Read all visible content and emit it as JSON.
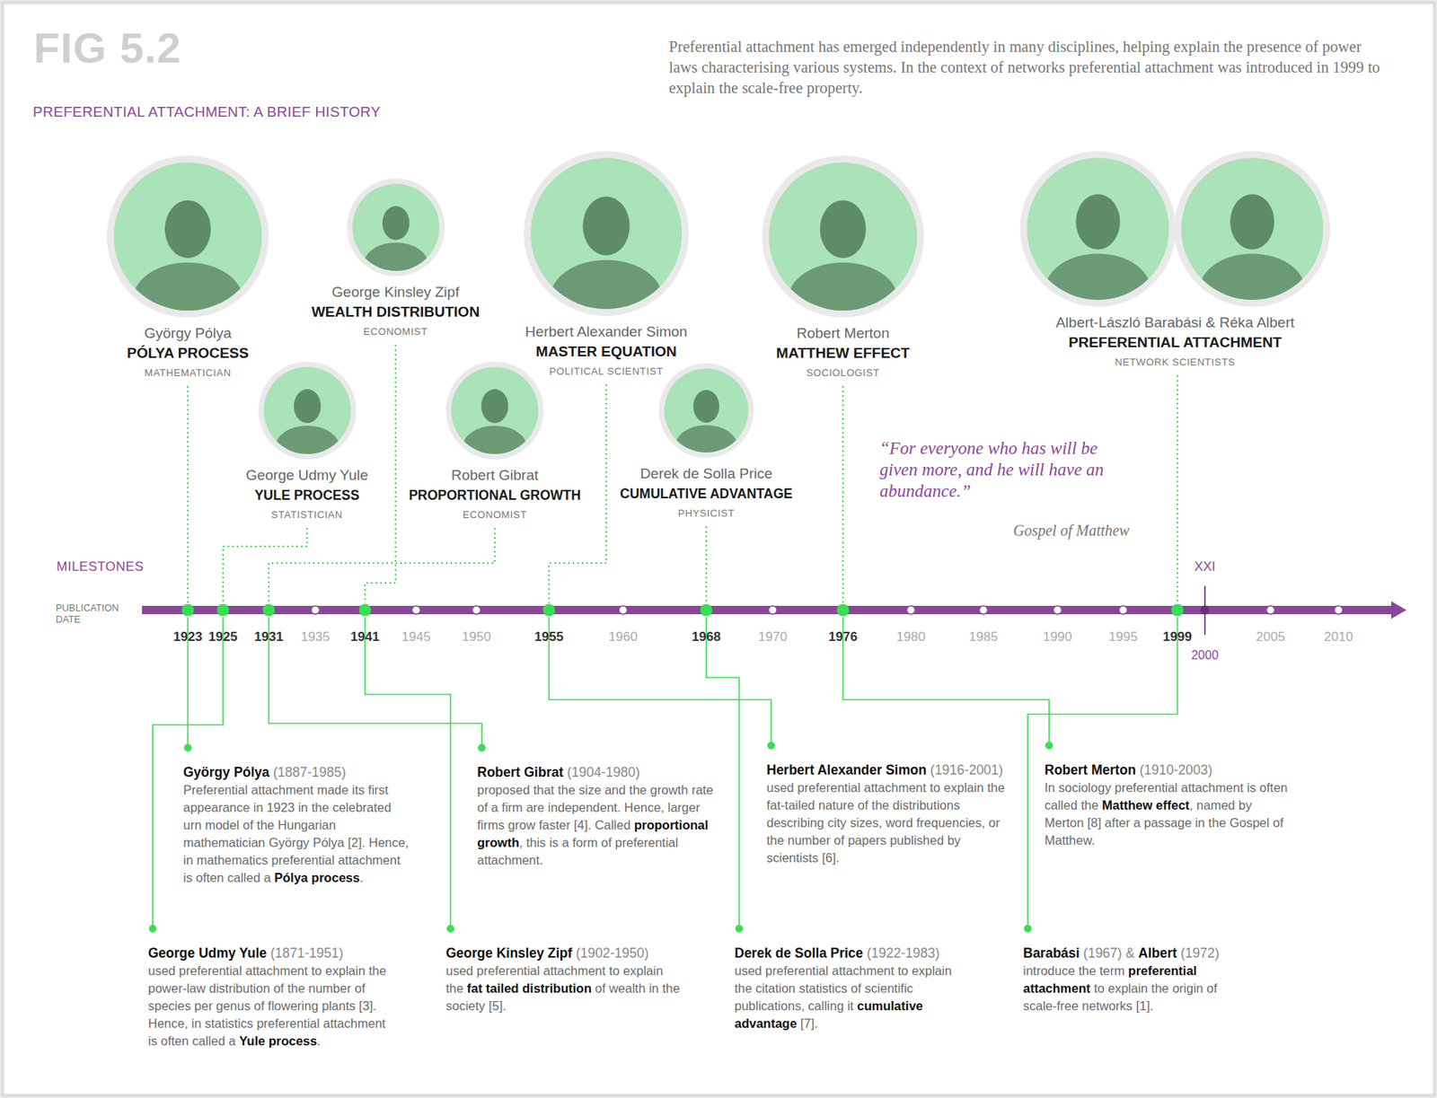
{
  "diagram": {
    "title": "PREFERENTIAL ATTACHMENT: A BRIEF HISTORY",
    "caption": "Preferential attachment has emerged independently in many disciplines, helping explain the presence of power laws characterising various systems. In the context of networks preferential attachment was introduced in 1999 to explain the scale-free property.",
    "nodes": [
      {
        "text": [
          "György Pólya",
          "PÓLYA PROCESS",
          "MATHEMATICIAN"
        ]
      },
      {
        "text": [
          "George Kinsley Zipf",
          "WEALTH DISTRIBUTION",
          "ECONOMIST"
        ]
      },
      {
        "text": [
          "George Udmy Yule",
          "YULE PROCESS",
          "STATISTICIAN"
        ]
      },
      {
        "text": [
          "Robert Gibrat",
          "PROPORTIONAL GROWTH",
          "ECONOMIST"
        ]
      },
      {
        "text": [
          "Herbert Alexander Simon",
          "MASTER EQUATION",
          "POLITICAL SCIENTIST"
        ]
      },
      {
        "text": [
          "Derek de Solla Price",
          "CUMULATIVE ADVANTAGE",
          "PHYSICIST"
        ]
      },
      {
        "text": [
          "Robert Merton",
          "MATTHEW EFFECT",
          "SOCIOLOGIST"
        ]
      },
      {
        "text": [
          "Albert-László Barabási & Réka Albert",
          "PREFERENTIAL ATTACHMENT",
          "NETWORK SCIENTISTS"
        ]
      },
      {
        "text": [
          "György Pólya",
          "(1887-1985)",
          "Preferential attachment made its first appearance in 1923 in the celebrated urn model of the Hungarian mathematician György Pólya [2]. Hence, in mathematics preferential attachment is often called a",
          "Pólya process",
          "."
        ]
      },
      {
        "text": [
          "Robert Gibrat",
          "(1904-1980)",
          "proposed that the size and the growth rate of a firm are independent. Hence, larger firms grow faster [4]. Called",
          "proportional growth",
          ", this is a form of preferential attachment."
        ]
      },
      {
        "text": [
          "Herbert Alexander Simon",
          "(1916-2001)",
          "used preferential attachment to explain the fat-tailed nature of the distributions describing city sizes, word frequencies, or the number of papers published by scientists [6]."
        ]
      },
      {
        "text": [
          "Robert Merton",
          "(1910-2003)",
          "In sociology preferential attachment is often called the",
          "Matthew effect",
          ", named by Merton [8] after a passage in the Gospel of Matthew."
        ]
      },
      {
        "text": [
          "George Udmy Yule",
          "(1871-1951)",
          "used preferential attachment to explain the power-law distribution of the number of species per genus of flowering plants [3]. Hence, in statistics preferential attachment is often called a",
          "Yule process",
          "."
        ]
      },
      {
        "text": [
          "George Kinsley Zipf",
          "(1902-1950)",
          "used preferential attachment to explain the",
          "fat tailed distribution",
          "of wealth in the society [5]."
        ]
      },
      {
        "text": [
          "Derek de Solla Price",
          "(1922-1983)",
          "used preferential attachment to explain the citation statistics of scientific publications, calling it",
          "cumulative advantage",
          "[7]."
        ]
      },
      {
        "text": [
          "Barabási",
          "(1967) &",
          "Albert",
          "(1972)",
          "introduce the term",
          "preferential attachment",
          "to explain the origin of scale-free networks [1]."
        ]
      }
    ],
    "edges": [
      {
        "from": 0,
        "to": 8,
        "arrow": "none"
      },
      {
        "from": 2,
        "to": 12,
        "arrow": "none"
      },
      {
        "from": 3,
        "to": 9,
        "arrow": "none"
      },
      {
        "from": 1,
        "to": 13,
        "arrow": "none"
      },
      {
        "from": 4,
        "to": 10,
        "arrow": "none"
      },
      {
        "from": 5,
        "to": 14,
        "arrow": "none"
      },
      {
        "from": 6,
        "to": 11,
        "arrow": "none"
      },
      {
        "from": 7,
        "to": 15,
        "arrow": "none"
      }
    ],
    "labels": [
      "FIG 5.2",
      "MILESTONES",
      "PUBLICATION DATE",
      "1923",
      "1925",
      "1931",
      "1935",
      "1941",
      "1945",
      "1950",
      "1955",
      "1960",
      "1968",
      "1970",
      "1976",
      "1980",
      "1985",
      "1990",
      "1995",
      "1999",
      "2005",
      "2010",
      "XXI",
      "2000",
      "“For everyone who has will be given more, and he will have an abundance.”",
      "Gospel of Matthew"
    ]
  }
}
